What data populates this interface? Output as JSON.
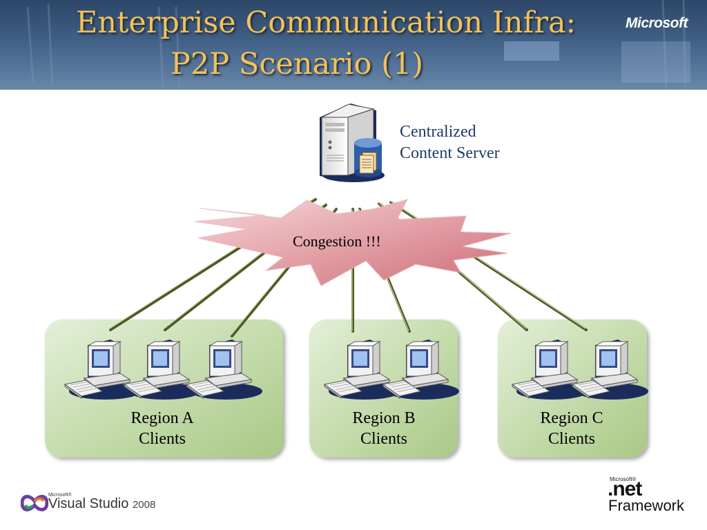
{
  "title": {
    "line1": "Enterprise Communication Infra:",
    "line2": "P2P Scenario (1)"
  },
  "brand": {
    "microsoft": "Microsoft",
    "vs_small": "Microsoft®",
    "vs_name": "Visual Studio",
    "vs_year": "2008",
    "net_small": "Microsoft®",
    "net_name": ".net",
    "net_framework": "Framework"
  },
  "diagram": {
    "server": {
      "line1": "Centralized",
      "line2": "Content Server",
      "icon": "server-with-database-icon"
    },
    "burst": {
      "label": "Congestion !!!",
      "color": "#e6a0a8"
    },
    "regions": [
      {
        "id": "a",
        "line1": "Region A",
        "line2": "Clients",
        "client_count": 3
      },
      {
        "id": "b",
        "line1": "Region B",
        "line2": "Clients",
        "client_count": 2
      },
      {
        "id": "c",
        "line1": "Region C",
        "line2": "Clients",
        "client_count": 2
      }
    ],
    "colors": {
      "region_fill": "#c5dca6",
      "link": "#4f5a22",
      "burst": "#e6a0a8"
    }
  }
}
